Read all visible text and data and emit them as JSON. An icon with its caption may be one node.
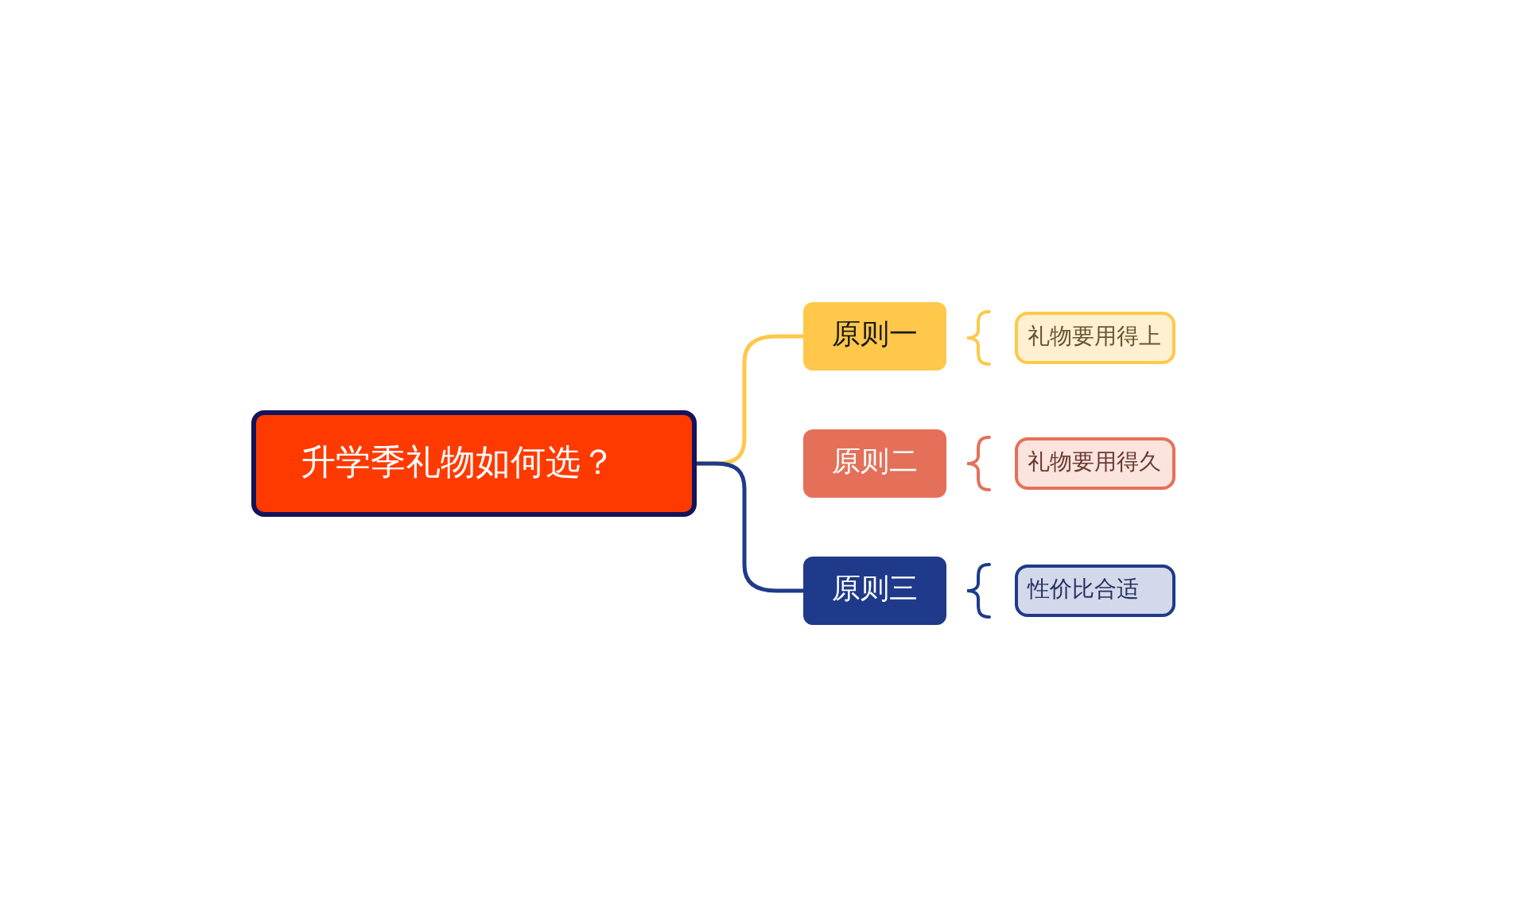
{
  "diagram": {
    "nodes": [
      {
        "text": [
          "升学季礼物如何选？"
        ]
      },
      {
        "text": [
          "原则一"
        ]
      },
      {
        "text": [
          "原则二"
        ]
      },
      {
        "text": [
          "原则三"
        ]
      },
      {
        "text": [
          "礼物要用得上"
        ]
      },
      {
        "text": [
          "礼物要用得久"
        ]
      },
      {
        "text": [
          "性价比合适"
        ]
      }
    ],
    "edges": [
      {
        "from": 0,
        "to": 1,
        "arrow": "none",
        "color": "#ffc84a"
      },
      {
        "from": 0,
        "to": 3,
        "arrow": "none",
        "color": "#1f3a8a"
      }
    ]
  }
}
